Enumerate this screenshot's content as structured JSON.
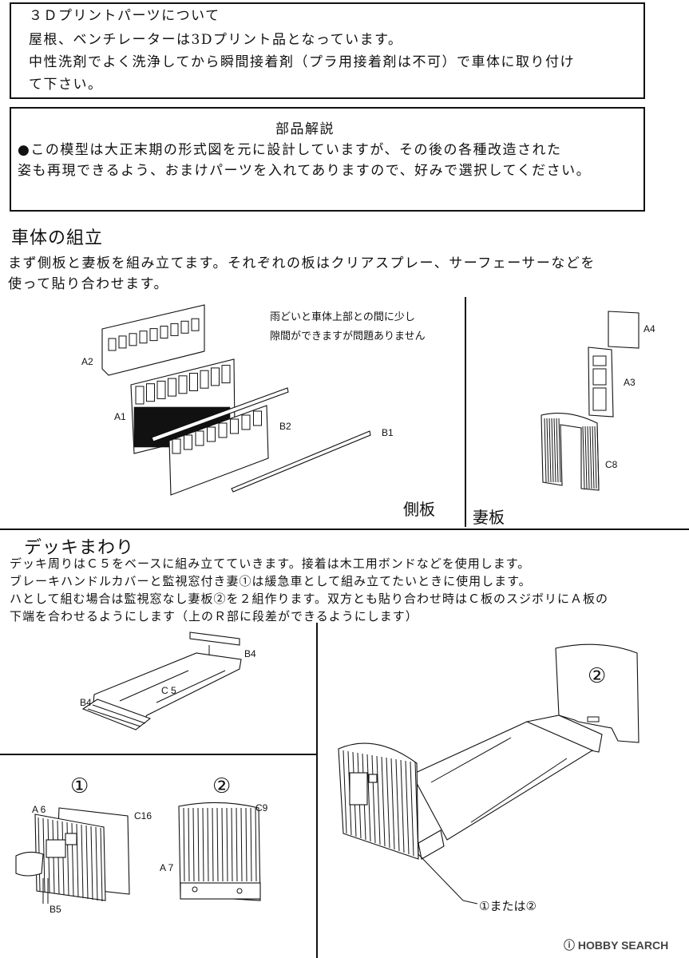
{
  "print_parts": {
    "title": "３Ｄプリントパーツについて",
    "line1": "屋根、ベンチレーターは3Dプリント品となっています。",
    "line2": "中性洗剤でよく洗浄してから瞬間接着剤（プラ用接着剤は不可）で車体に取り付け",
    "line3": "て下さい。"
  },
  "parts_desc": {
    "title": "部品解説",
    "line1": "●この模型は大正末期の形式図を元に設計していますが、その後の各種改造された",
    "line2": "姿も再現できるよう、おまけパーツを入れてありますので、好みで選択してください。"
  },
  "body_section": {
    "heading": "車体の組立",
    "line1": "まず側板と妻板を組み立てます。それぞれの板はクリアスプレー、サーフェーサーなどを",
    "line2": "使って貼り合わせます。",
    "note1": "雨どいと車体上部との間に少し",
    "note2": "隙間ができますが問題ありません",
    "caption_side": "側板",
    "caption_end": "妻板",
    "labels": {
      "a2": "A2",
      "a1": "A1",
      "b2": "B2",
      "b1": "B1",
      "a4": "A4",
      "a3": "A3",
      "c8": "C8"
    }
  },
  "deck_section": {
    "heading": "デッキまわり",
    "line1": "デッキ周りはＣ５をベースに組み立てていきます。接着は木工用ボンドなどを使用します。",
    "line2": "ブレーキハンドルカバーと監視窓付き妻①は緩急車として組み立てたいときに使用します。",
    "line3": "ハとして組む場合は監視窓なし妻板②を２組作ります。双方とも貼り合わせ時はＣ板のスジボリにＡ板の",
    "line4": "下端を合わせるようにします（上のＲ部に段差ができるようにします）",
    "labels": {
      "b4_top": "B4",
      "c5": "C 5",
      "b4_left": "B4",
      "one": "①",
      "two": "②",
      "a6": "A 6",
      "c16": "C16",
      "b5": "B5",
      "c9": "C9",
      "a7": "A 7",
      "two_right": "②",
      "one_or_two": "①または②"
    }
  },
  "watermark": "HOBBY SEARCH"
}
